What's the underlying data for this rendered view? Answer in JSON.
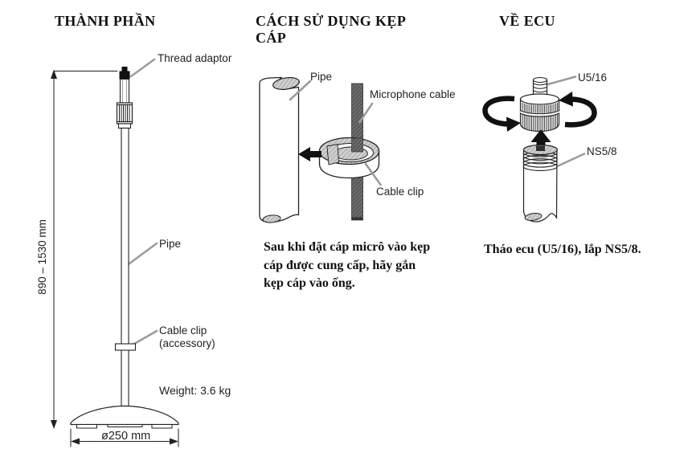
{
  "colors": {
    "line": "#222222",
    "leader": "#9c9c9c",
    "fill_hatch_gray": "#c9c9c9",
    "cable_dark": "#5f5f5f",
    "arrow_black": "#111111"
  },
  "sections": {
    "components": {
      "title": "THÀNH PHẦN",
      "labels": {
        "thread_adaptor": "Thread adaptor",
        "pipe": "Pipe",
        "cable_clip": "Cable clip\n(accessory)",
        "height_range": "890 – 1530 mm",
        "weight": "Weight: 3.6 kg",
        "base_diameter": "ø250 mm"
      }
    },
    "cable_clip_usage": {
      "title": "CÁCH SỬ DỤNG KẸP CÁP",
      "labels": {
        "pipe": "Pipe",
        "microphone_cable": "Microphone cable",
        "cable_clip": "Cable clip"
      },
      "body": "Sau khi đặt cáp micrô vào kẹp\ncáp được cung cấp, hãy gắn\nkẹp cáp vào ống."
    },
    "ecu": {
      "title": "VỀ ECU",
      "labels": {
        "u516": "U5/16",
        "ns58": "NS5/8"
      },
      "body": "Tháo ecu (U5/16), lắp NS5/8."
    }
  }
}
